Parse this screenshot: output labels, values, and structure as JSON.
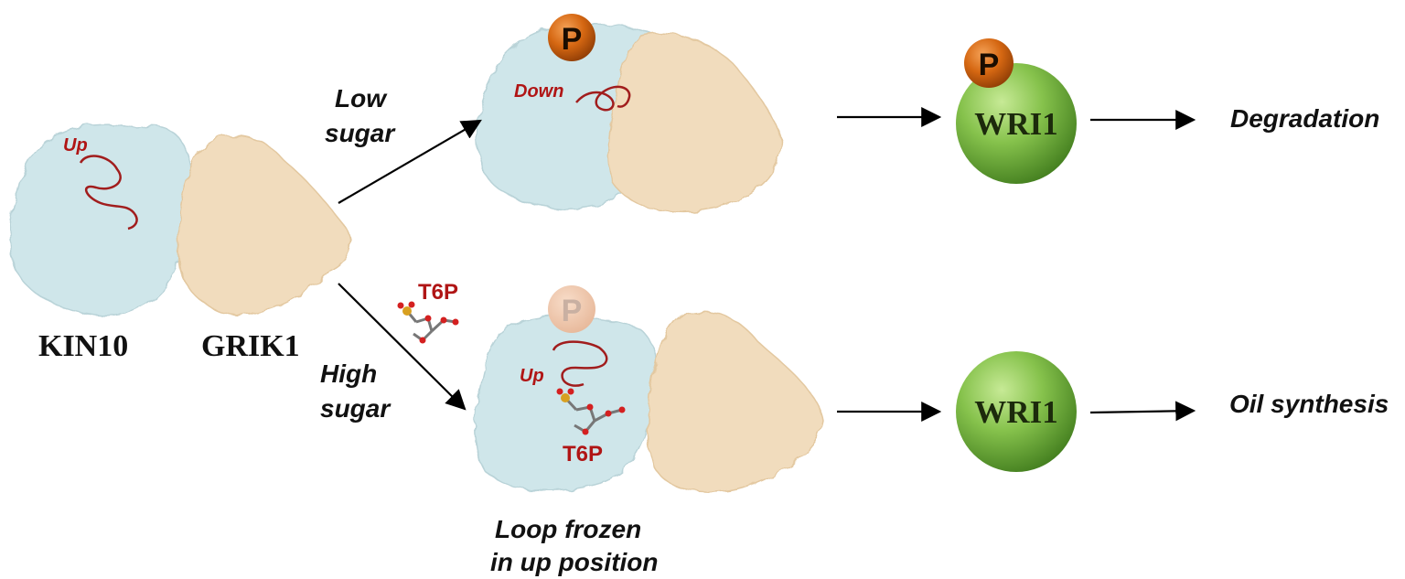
{
  "proteins": {
    "kinase": "KIN10",
    "partner": "GRIK1"
  },
  "loop_labels": {
    "initial": "Up",
    "low_sugar": "Down",
    "high_sugar": "Up"
  },
  "conditions": {
    "low": {
      "line1": "Low",
      "line2": "sugar"
    },
    "high": {
      "line1": "High",
      "line2": "sugar"
    }
  },
  "ligand": {
    "free_label": "T6P",
    "bound_label": "T6P"
  },
  "phospho_symbol": "P",
  "target": "WRI1",
  "outcomes": {
    "low": "Degradation",
    "high": "Oil synthesis"
  },
  "caption": {
    "line1": "Loop frozen",
    "line2": "in up position"
  },
  "colors": {
    "kin10_surface": "#cfe6ea",
    "grik1_surface": "#f1dcbd",
    "loop": "#a11d1d",
    "phospho": "#d0650f",
    "phospho_faded": "#efc5a8",
    "wri1": "#7fbe45",
    "label_red": "#b01515"
  }
}
